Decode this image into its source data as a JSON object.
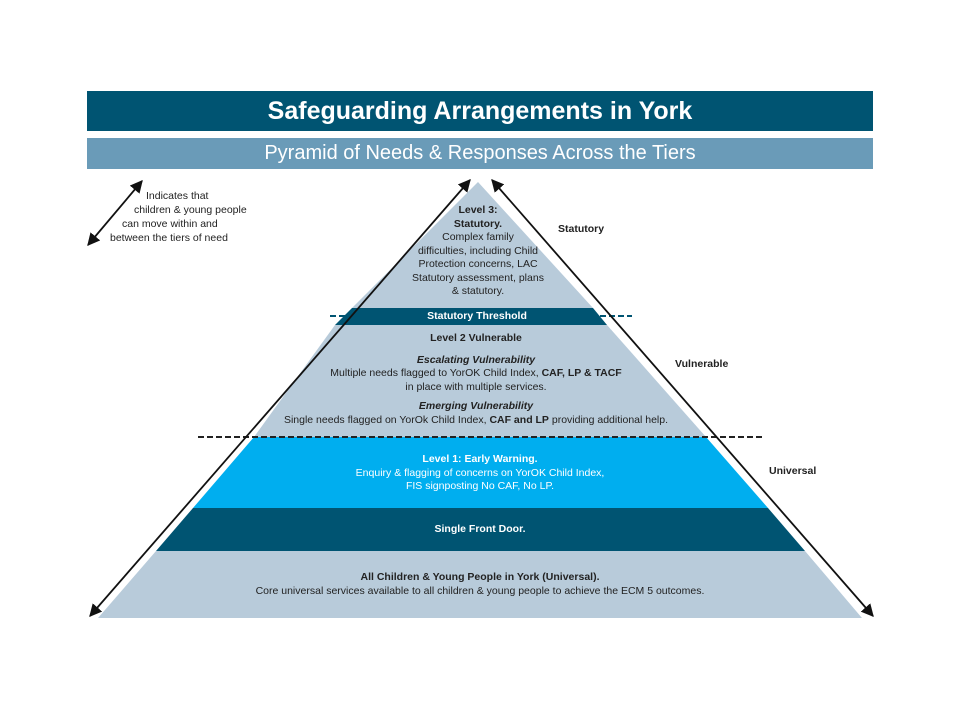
{
  "header": {
    "title": "Safeguarding Arrangements in York",
    "subtitle": "Pyramid of Needs & Responses Across the Tiers"
  },
  "legend": {
    "line1": "Indicates that",
    "line2": "children & young people",
    "line3": "can move within and",
    "line4": "between the tiers of need"
  },
  "side_labels": {
    "statutory": "Statutory",
    "vulnerable": "Vulnerable",
    "universal": "Universal"
  },
  "tiers": {
    "level3": {
      "title1": "Level 3:",
      "title2": "Statutory.",
      "line1": "Complex family",
      "line2": "difficulties, including Child",
      "line3": "Protection concerns, LAC",
      "line4": "Statutory assessment, plans",
      "line5": "& statutory."
    },
    "threshold": "Statutory Threshold",
    "level2": {
      "title": "Level 2 Vulnerable",
      "escalating_heading": "Escalating Vulnerability",
      "escalating_line1_a": "Multiple needs flagged to YorOK Child Index, ",
      "escalating_line1_b": "CAF, LP & TACF",
      "escalating_line2": "in place with multiple services.",
      "emerging_heading": "Emerging Vulnerability",
      "emerging_line_a": "Single needs flagged on YorOk Child Index, ",
      "emerging_line_b": "CAF and LP",
      "emerging_line_c": " providing additional help."
    },
    "level1": {
      "title": "Level 1: Early Warning.",
      "line1": "Enquiry & flagging of concerns on YorOK Child Index,",
      "line2": "FIS signposting No CAF, No LP."
    },
    "front_door": "Single Front Door.",
    "base": {
      "title": "All Children & Young People in York (Universal).",
      "line1": "Core universal services available to all children & young people to achieve the ECM 5 outcomes."
    }
  },
  "colors": {
    "dark_teal": "#005472",
    "mid_blue": "#6a9bb8",
    "pale_blue": "#b8cbda",
    "bright_blue": "#00aeef"
  }
}
